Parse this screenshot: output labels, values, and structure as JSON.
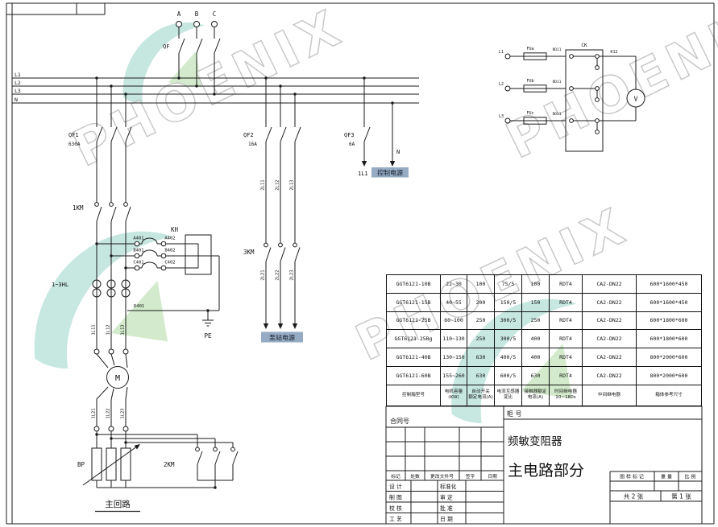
{
  "watermark": {
    "text": "PHOENIX"
  },
  "colors": {
    "line": "#1a1a1a",
    "highlight_bg": "#96abc4",
    "watermark_outline": "#c6c6c6",
    "logo_teal": "#8fcfc3",
    "logo_green": "#a9d99a"
  },
  "schematic": {
    "phases": [
      "A",
      "B",
      "C"
    ],
    "incoming_breaker": "QF",
    "buses": [
      "L1",
      "L2",
      "L3",
      "N"
    ],
    "qf1": {
      "name": "QF1",
      "rating": "630A"
    },
    "qf2": {
      "name": "QF2",
      "rating": "16A"
    },
    "qf3": {
      "name": "QF3",
      "rating": "6A"
    },
    "neutral_label": "N",
    "control_wire": "1L1",
    "control_power_label": "控制电源",
    "pump_power_label": "泵站电源",
    "km1": "1KM",
    "km2": "2KM",
    "km3": "3KM",
    "kh": "KH",
    "kh_terminals": {
      "a1": "A401",
      "a2": "A402",
      "b1": "B401",
      "b2": "B402",
      "c1": "C401",
      "c2": "C402",
      "d": "D401"
    },
    "ct_label": "1~3HL",
    "wires_motor_upper": [
      "1L11",
      "1L12",
      "1L13"
    ],
    "wires_motor_lower": [
      "1L21",
      "1L22",
      "1L23"
    ],
    "wires_qf2_upper": [
      "2L11",
      "2L12",
      "2L13"
    ],
    "wires_qf2_lower": [
      "2L21",
      "2L22",
      "2L23"
    ],
    "pe_label": "PE",
    "motor_label": "M",
    "bp_label": "BP",
    "main_circuit_label": "主回路",
    "meter": {
      "inputs": [
        "L1",
        "L2",
        "L3"
      ],
      "fuses": [
        "FUa",
        "FUb",
        "FUc"
      ],
      "fuse_type": "RD11",
      "switch_label": "CK",
      "wire_label": "K12",
      "voltmeter_label": "V"
    }
  },
  "spec_table": {
    "headers": [
      "控制箱型号",
      "电机容量\n(KW)",
      "自动开关\n额定电流(A)",
      "电流互感器\n变比",
      "接触器额定\n电流(A)",
      "时间继电器\n10~180s",
      "中间继电器",
      "箱体参考尺寸"
    ],
    "rows": [
      [
        "GGT6121-10B",
        "22~30",
        "100",
        "75/5",
        "100",
        "RDT4",
        "CA2-DN22",
        "600*1600*450"
      ],
      [
        "GGT6121-15B",
        "40~55",
        "200",
        "150/5",
        "150",
        "RDT4",
        "CA2-DN22",
        "600*1600*450"
      ],
      [
        "GGT6121-25B",
        "60~100",
        "250",
        "300/5",
        "250",
        "RDT4",
        "CA2-DN22",
        "600*1800*600"
      ],
      [
        "GGT6121-25Bg",
        "110~130",
        "250",
        "300/5",
        "400",
        "RDT4",
        "CA2-DN22",
        "600*1800*600"
      ],
      [
        "GGT6121-40B",
        "130~150",
        "630",
        "400/5",
        "400",
        "RDT4",
        "CA2-DN22",
        "800*2000*600"
      ],
      [
        "GGT6121-60B",
        "155~260",
        "630",
        "600/5",
        "630",
        "RDT4",
        "CA2-DN22",
        "800*2000*600"
      ]
    ]
  },
  "title_block": {
    "contract_label": "合同号",
    "cabinet_label": "柜  号",
    "product_name": "频敏变阻器",
    "sheet_title": "主电路部分",
    "revision_columns": [
      "标记",
      "处数",
      "更改文件号",
      "签字",
      "日期"
    ],
    "roles_left": [
      "设 计",
      "制 图",
      "校 核",
      "工 艺"
    ],
    "roles_right": [
      "标准化",
      "审 定",
      "批 准",
      "日 期"
    ],
    "mark_label": "图 样 标 记",
    "weight_label": "重 量",
    "scale_label": "比 例",
    "total_sheets": "共 2 张",
    "sheet_number": "第 1 张"
  }
}
